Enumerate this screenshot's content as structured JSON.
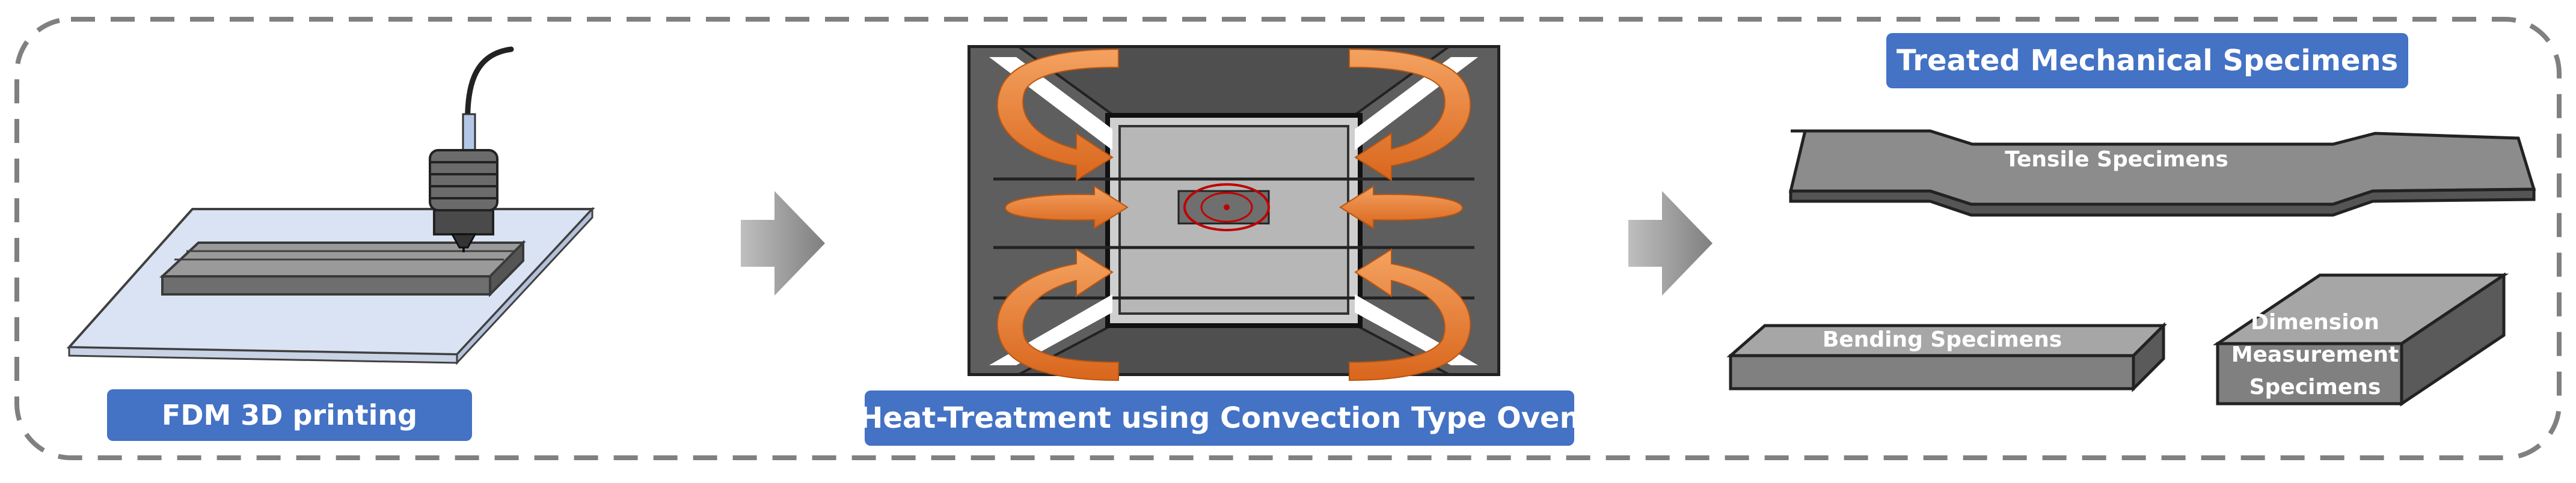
{
  "stages": {
    "printing": {
      "label": "FDM 3D printing"
    },
    "oven": {
      "label": "Heat-Treatment using Convection Type Oven"
    },
    "specimens": {
      "label": "Treated Mechanical Specimens",
      "tensile": "Tensile Specimens",
      "bending": "Bending Specimens",
      "dimension_line1": "Dimension",
      "dimension_line2": "Measurement",
      "dimension_line3": "Specimens"
    }
  },
  "colors": {
    "label_box": "#4472c4",
    "arrow": "#8c8c8c",
    "heat_flow": "#ed7d31",
    "oven_body": "#7f7f7f",
    "specimen": "#7f7f7f",
    "print_bed": "#dae3f3",
    "frame_dash": "#808080"
  },
  "icons": [
    "printer-nozzle-icon",
    "heat-flow-arrow-icon",
    "process-arrow-icon"
  ]
}
